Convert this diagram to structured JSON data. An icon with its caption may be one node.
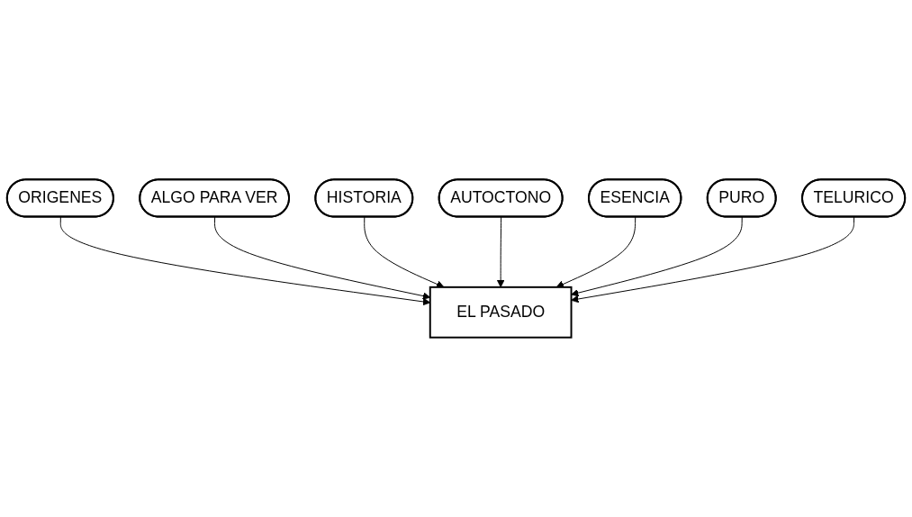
{
  "diagram": {
    "nodes": [
      {
        "text": [
          "EL PASADO"
        ]
      },
      {
        "text": [
          "ORIGENES"
        ]
      },
      {
        "text": [
          "ALGO PARA VER"
        ]
      },
      {
        "text": [
          "HISTORIA"
        ]
      },
      {
        "text": [
          "AUTOCTONO"
        ]
      },
      {
        "text": [
          "ESENCIA"
        ]
      },
      {
        "text": [
          "PURO"
        ]
      },
      {
        "text": [
          "TELURICO"
        ]
      }
    ],
    "edges": [
      {
        "from": 1,
        "to": 0,
        "arrow": "to"
      },
      {
        "from": 2,
        "to": 0,
        "arrow": "to"
      },
      {
        "from": 3,
        "to": 0,
        "arrow": "to"
      },
      {
        "from": 4,
        "to": 0,
        "arrow": "to"
      },
      {
        "from": 5,
        "to": 0,
        "arrow": "to"
      },
      {
        "from": 6,
        "to": 0,
        "arrow": "to"
      },
      {
        "from": 7,
        "to": 0,
        "arrow": "to"
      }
    ]
  }
}
